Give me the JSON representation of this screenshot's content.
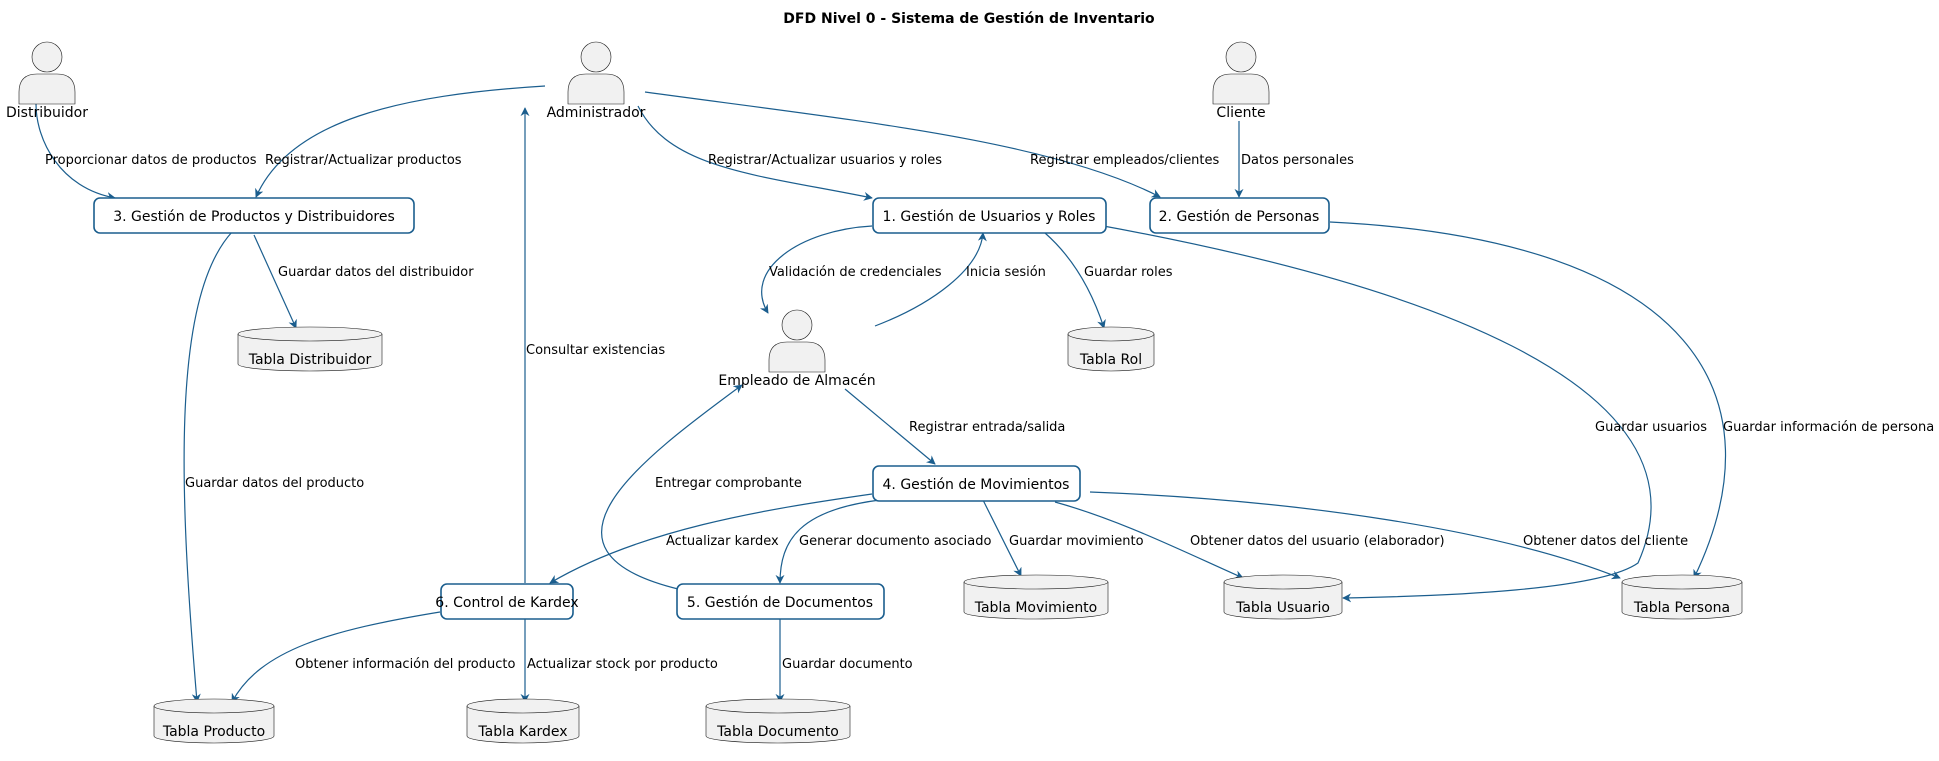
{
  "title": "DFD Nivel 0 - Sistema de Gestión de Inventario",
  "colors": {
    "edge": "#1b5e8e",
    "process_border": "#1b5e8e",
    "fill_gray": "#f1f1f1"
  },
  "actors": {
    "distribuidor": "Distribuidor",
    "administrador": "Administrador",
    "cliente": "Cliente",
    "empleado": "Empleado de Almacén"
  },
  "processes": {
    "p1": "1. Gestión de Usuarios y Roles",
    "p2": "2. Gestión de Personas",
    "p3": "3. Gestión de Productos y Distribuidores",
    "p4": "4. Gestión de Movimientos",
    "p5": "5. Gestión de Documentos",
    "p6": "6. Control de Kardex"
  },
  "stores": {
    "distribuidor": "Tabla Distribuidor",
    "rol": "Tabla Rol",
    "movimiento": "Tabla Movimiento",
    "usuario": "Tabla Usuario",
    "persona": "Tabla Persona",
    "producto": "Tabla Producto",
    "kardex": "Tabla Kardex",
    "documento": "Tabla Documento"
  },
  "flows": {
    "proporcionar_datos": "Proporcionar datos de productos",
    "registrar_productos": "Registrar/Actualizar productos",
    "registrar_usuarios_roles": "Registrar/Actualizar usuarios y roles",
    "registrar_empleados_clientes": "Registrar empleados/clientes",
    "datos_personales": "Datos personales",
    "guardar_datos_distribuidor": "Guardar datos del distribuidor",
    "validacion_credenciales": "Validación de credenciales",
    "inicia_sesion": "Inicia sesión",
    "guardar_roles": "Guardar roles",
    "consultar_existencias": "Consultar existencias",
    "registrar_entrada_salida": "Registrar entrada/salida",
    "guardar_usuarios": "Guardar usuarios",
    "guardar_info_persona": "Guardar información de persona",
    "guardar_datos_producto": "Guardar datos del producto",
    "entregar_comprobante": "Entregar comprobante",
    "actualizar_kardex": "Actualizar kardex",
    "generar_documento": "Generar documento asociado",
    "guardar_movimiento": "Guardar movimiento",
    "obtener_usuario": "Obtener datos del usuario (elaborador)",
    "obtener_cliente": "Obtener datos del cliente",
    "obtener_producto": "Obtener información del producto",
    "actualizar_stock": "Actualizar stock por producto",
    "guardar_documento": "Guardar documento"
  }
}
